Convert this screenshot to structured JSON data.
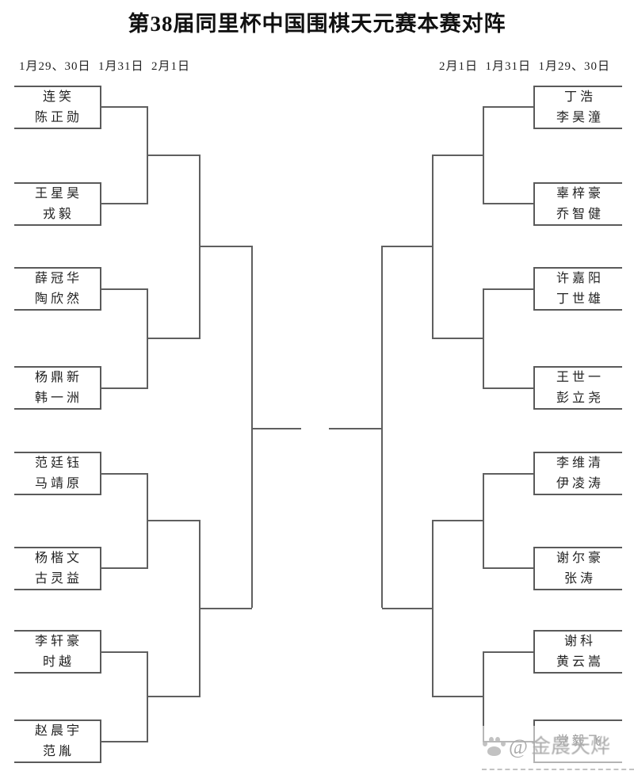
{
  "title": "第38届同里杯中国围棋天元赛本赛对阵",
  "dates": {
    "left": "1月29、30日  1月31日  2月1日",
    "right": "2月1日  1月31日  1月29、30日"
  },
  "bracket": {
    "left_pairs": [
      {
        "p1": "连笑",
        "p2": "陈正勋"
      },
      {
        "p1": "王星昊",
        "p2": "戎毅"
      },
      {
        "p1": "薛冠华",
        "p2": "陶欣然"
      },
      {
        "p1": "杨鼎新",
        "p2": "韩一洲"
      },
      {
        "p1": "范廷钰",
        "p2": "马靖原"
      },
      {
        "p1": "杨楷文",
        "p2": "古灵益"
      },
      {
        "p1": "李轩豪",
        "p2": "时越"
      },
      {
        "p1": "赵晨宇",
        "p2": "范胤"
      }
    ],
    "right_pairs": [
      {
        "p1": "丁浩",
        "p2": "李昊潼"
      },
      {
        "p1": "辜梓豪",
        "p2": "乔智健"
      },
      {
        "p1": "许嘉阳",
        "p2": "丁世雄"
      },
      {
        "p1": "王世一",
        "p2": "彭立尧"
      },
      {
        "p1": "李维清",
        "p2": "伊凌涛"
      },
      {
        "p1": "谢尔豪",
        "p2": "张涛"
      },
      {
        "p1": "谢科",
        "p2": "黄云嵩"
      },
      {
        "p1": "党毅飞",
        "p2": ""
      }
    ]
  },
  "watermark": {
    "symbol": "@",
    "text": "金晨天烨",
    "icon": "paw-icon",
    "color": "#ababab"
  }
}
